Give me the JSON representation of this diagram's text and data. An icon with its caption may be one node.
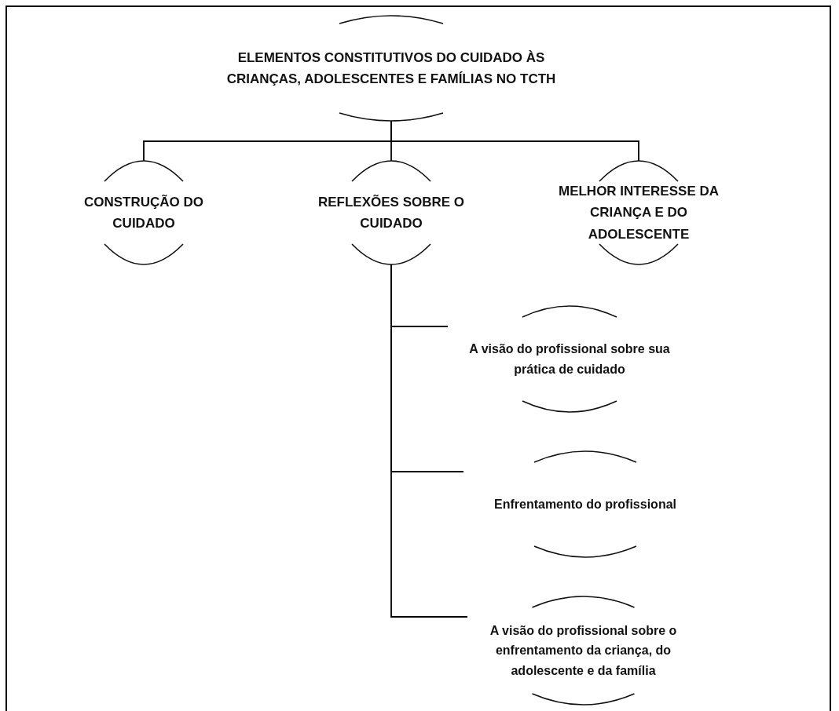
{
  "diagram": {
    "nodes": [
      {
        "text": [
          "ELEMENTOS CONSTITUTIVOS DO CUIDADO ÀS CRIANÇAS, ADOLESCENTES E FAMÍLIAS NO TCTH"
        ]
      },
      {
        "text": [
          "CONSTRUÇÃO DO CUIDADO"
        ]
      },
      {
        "text": [
          "REFLEXÕES SOBRE O CUIDADO"
        ]
      },
      {
        "text": [
          "MELHOR INTERESSE DA CRIANÇA E DO ADOLESCENTE"
        ]
      },
      {
        "text": [
          "A visão do profissional sobre sua prática de cuidado"
        ]
      },
      {
        "text": [
          "Enfrentamento do profissional"
        ]
      },
      {
        "text": [
          "A visão do profissional sobre o enfrentamento da criança, do adolescente e da família"
        ]
      }
    ],
    "edges": [
      {
        "from": 0,
        "to": 1,
        "arrow": "none"
      },
      {
        "from": 0,
        "to": 2,
        "arrow": "none"
      },
      {
        "from": 0,
        "to": 3,
        "arrow": "none"
      },
      {
        "from": 2,
        "to": 4,
        "arrow": "none"
      },
      {
        "from": 2,
        "to": 5,
        "arrow": "none"
      },
      {
        "from": 2,
        "to": 6,
        "arrow": "none"
      }
    ]
  }
}
